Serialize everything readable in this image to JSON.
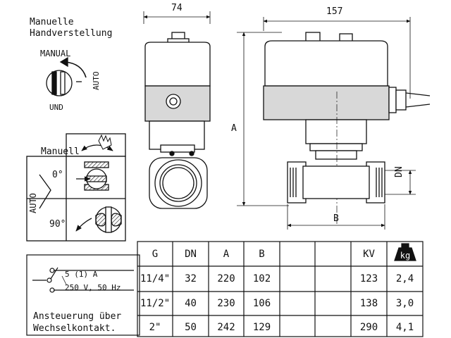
{
  "dimensions": {
    "width_front": "74",
    "width_side": "157",
    "height_label": "A",
    "length_label": "B",
    "dn_label": "DN"
  },
  "manual": {
    "heading_line1": "Manuelle",
    "heading_line2": "Handverstellung",
    "knob_top_label": "MANUAL",
    "knob_bottom_label": "UND",
    "knob_right_label": "AUTO"
  },
  "position_panel": {
    "manuell_label": "Manuell",
    "auto_label": "AUTO",
    "angle_0": "0°",
    "angle_90": "90°"
  },
  "switch_box": {
    "rating1": "5 (1) A",
    "rating2": "250 V, 50 Hz",
    "desc_line1": "Ansteuerung über",
    "desc_line2": "Wechselkontakt."
  },
  "table": {
    "headers": [
      "G",
      "DN",
      "A",
      "B",
      "",
      "",
      "KV",
      "kg"
    ],
    "rows": [
      [
        "11/4\"",
        "32",
        "220",
        "102",
        "",
        "",
        "123",
        "2,4"
      ],
      [
        "11/2\"",
        "40",
        "230",
        "106",
        "",
        "",
        "138",
        "3,0"
      ],
      [
        "2\"",
        "50",
        "242",
        "129",
        "",
        "",
        "290",
        "4,1"
      ]
    ]
  }
}
